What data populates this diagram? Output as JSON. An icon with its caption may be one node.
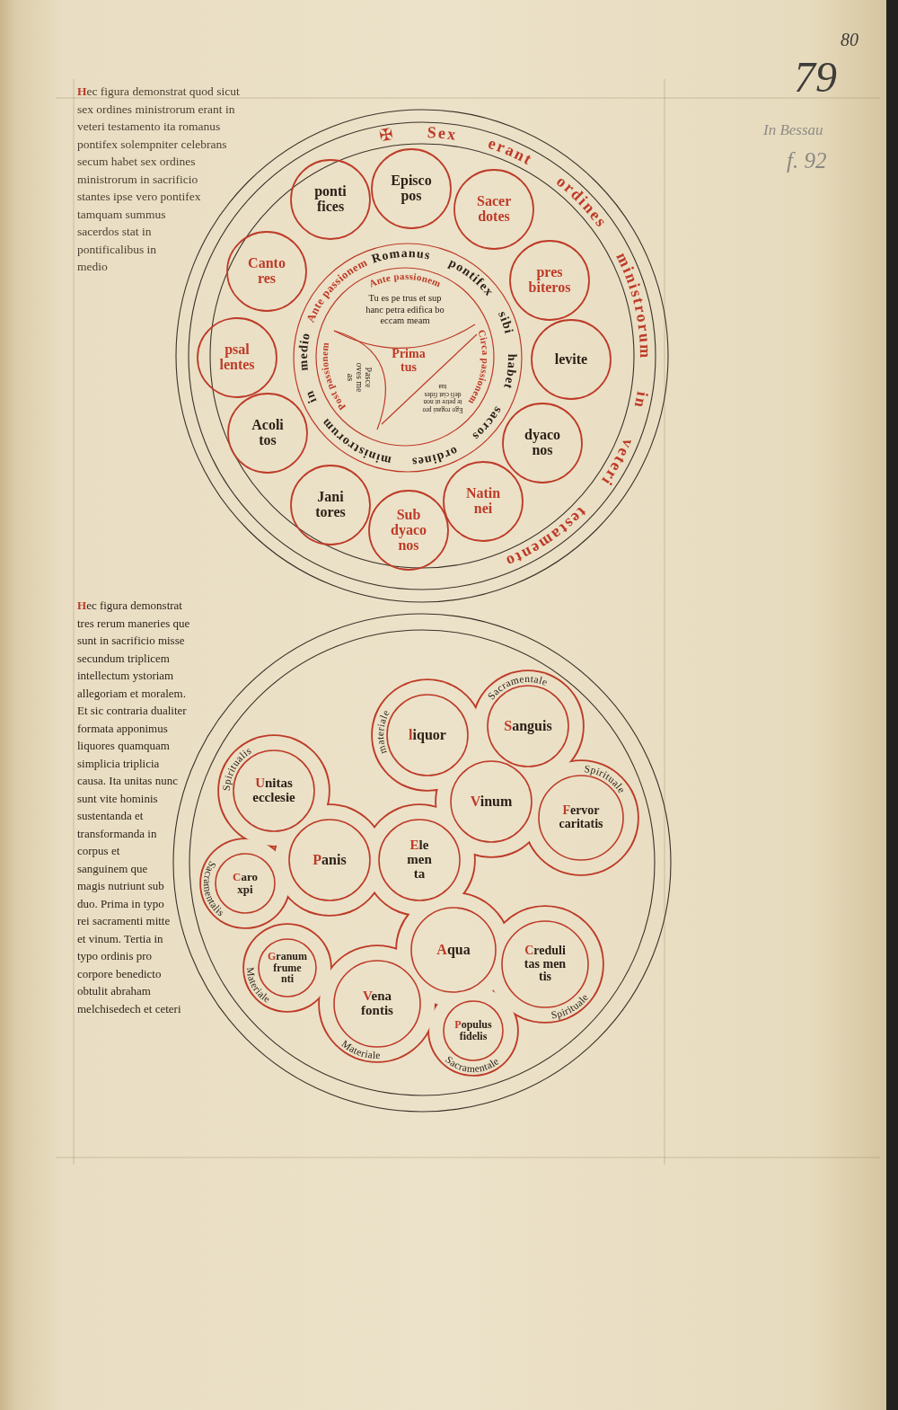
{
  "diagram": {
    "nodes": [
      {
        "text": [
          "✠",
          "Sex",
          "erant",
          "ordines",
          "ministrorum",
          "in",
          "veteri",
          "testamento"
        ]
      },
      {
        "text": [
          "ponti fices"
        ],
        "in": 0
      },
      {
        "text": [
          "Episco pos"
        ],
        "in": 0
      },
      {
        "text": [
          "Sacer dotes"
        ],
        "in": 0
      },
      {
        "text": [
          "pres biteros"
        ],
        "in": 0
      },
      {
        "text": [
          "levite"
        ],
        "in": 0
      },
      {
        "text": [
          "dyaco nos"
        ],
        "in": 0
      },
      {
        "text": [
          "Natin nei"
        ],
        "in": 0
      },
      {
        "text": [
          "Sub dyaco nos"
        ],
        "in": 0
      },
      {
        "text": [
          "Jani tores"
        ],
        "in": 0
      },
      {
        "text": [
          "Acoli tos"
        ],
        "in": 0
      },
      {
        "text": [
          "psal lentes"
        ],
        "in": 0
      },
      {
        "text": [
          "Canto res"
        ],
        "in": 0
      },
      {
        "text": [
          "Ante passionem",
          "Romanus",
          "pontifex",
          "sibi",
          "habet",
          "sacros",
          "ordines",
          "ministrorum",
          "in",
          "medio"
        ],
        "in": 0
      },
      {
        "text": [
          "Ante passionem",
          "Tu es pe trus et sup hanc petra edifica bo eccam meam",
          "Post passionem",
          "Pasce oves me as",
          "Prima tus",
          "Ego rogaui pro te petre ut non defi ciat fides tua",
          "Circa passionem"
        ],
        "in": 13
      },
      {
        "text": [],
        "shape": "circle"
      },
      {
        "text": [
          "materiale",
          "liquor"
        ],
        "in": 15
      },
      {
        "text": [
          "Sacramentale",
          "Sanguis"
        ],
        "in": 15
      },
      {
        "text": [
          "Spiritualis",
          "Unitas ecclesie"
        ],
        "in": 15
      },
      {
        "text": [
          "Vinum"
        ],
        "in": 15
      },
      {
        "text": [
          "Spirituale",
          "Fervor caritatis"
        ],
        "in": 15
      },
      {
        "text": [
          "Panis"
        ],
        "in": 15
      },
      {
        "text": [
          "Ele men ta"
        ],
        "in": 15
      },
      {
        "text": [
          "Sacramentalis",
          "Caro xpi"
        ],
        "in": 15
      },
      {
        "text": [
          "Materiale",
          "Granum frume nti"
        ],
        "in": 15
      },
      {
        "text": [
          "Aqua"
        ],
        "in": 15
      },
      {
        "text": [
          "Creduli tas men tis",
          "Spirituale"
        ],
        "in": 15
      },
      {
        "text": [
          "Vena fontis",
          "Materiale"
        ],
        "in": 15
      },
      {
        "text": [
          "Populus fidelis",
          "Sacramentale"
        ],
        "in": 15
      }
    ],
    "labels": [
      "80",
      "79",
      "Hec figura demonstrat quod sicut sex ordines ministrorum erant in veteri testamento ita romanus pontifex solempniter celebrans secum habet sex ordines ministrorum in sacrificio stantes ipse vero pontifex tamquam summus sacerdos stat in pontificalibus in medio",
      "In Bessau",
      "f. 92",
      "Hec figura demonstrat tres rerum maneries que sunt in sacrificio misse secundum triplicem intellectum ystoriam allegoriam et moralem. Et sic contraria dualiter formata apponimus liquores quamquam simplicia triplicia causa. Ita unitas nunc sunt vite hominis sustentanda et transformanda in corpus et sanguinem que magis nutriunt sub duo. Prima in typo rei sacramenti mitte et vinum. Tertia in typo ordinis pro corpore benedicto obtulit abraham melchisedech et ceteri"
    ]
  }
}
